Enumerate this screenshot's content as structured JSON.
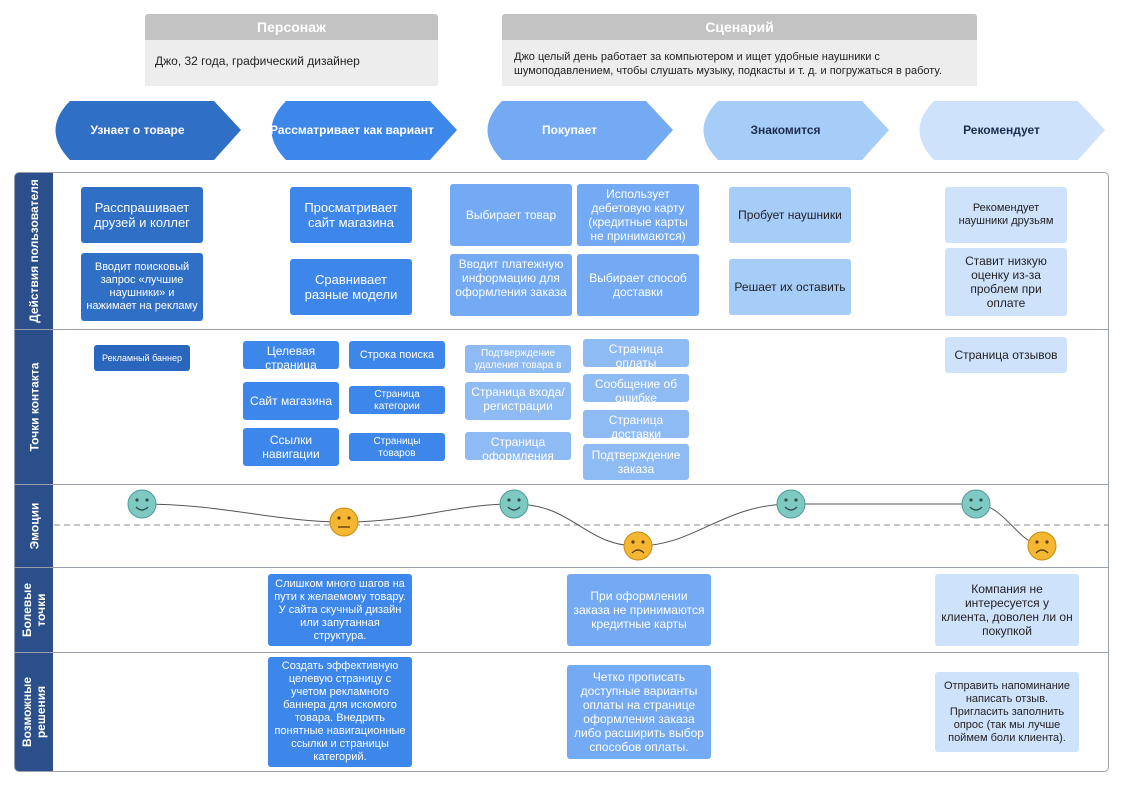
{
  "persona": {
    "title": "Персонаж",
    "text": "Джо, 32 года, графический дизайнер"
  },
  "scenario": {
    "title": "Сценарий",
    "text": "Джо целый день работает за компьютером и ищет удобные наушники с шумоподавлением, чтобы слушать музыку, подкасты и т. д. и погружаться в работу."
  },
  "stages": [
    "Узнает о товаре",
    "Рассматривает как вариант",
    "Покупает",
    "Знакомится",
    "Рекомендует"
  ],
  "lanes": {
    "actions": "Действия пользователя",
    "touchpoints": "Точки контакта",
    "emotions": "Эмоции",
    "pain": [
      "Болевые",
      "точки"
    ],
    "solutions": [
      "Возможные",
      "решения"
    ]
  },
  "actions": [
    "Расспрашивает друзей и коллег",
    "Вводит поисковый запрос «лучшие наушники» и нажимает на рекламу",
    "Просматривает сайт магазина",
    "Сравнивает разные модели",
    "Выбирает товар",
    "Вводит платежную информацию для оформления заказа",
    "Использует дебетовую карту (кредитные карты не принимаются)",
    "Выбирает способ доставки",
    "Пробует наушники",
    "Решает их оставить",
    "Рекомендует наушники друзьям",
    "Ставит низкую оценку из-за проблем при оплате"
  ],
  "touchpoints": [
    "Рекламный баннер",
    "Целевая страница",
    "Сайт магазина",
    "Ссылки навигации",
    "Строка поиска",
    "Страница категории",
    "Страницы товаров",
    "Подтверждение удаления товара в корзине",
    "Страница входа/регистрации",
    "Страница оформления заказа",
    "Страница оплаты",
    "Сообщение об ошибке",
    "Страница доставки",
    "Подтверждение заказа",
    "Страница отзывов"
  ],
  "emotions": [
    {
      "stage": 1,
      "mood": "happy"
    },
    {
      "stage": 2,
      "mood": "neutral"
    },
    {
      "stage": 3,
      "mood": "happy"
    },
    {
      "stage": 3.6,
      "mood": "sad"
    },
    {
      "stage": 4,
      "mood": "happy"
    },
    {
      "stage": 5,
      "mood": "happy"
    },
    {
      "stage": 5.3,
      "mood": "sad"
    }
  ],
  "pain_points": [
    "Слишком много шагов на пути к желаемому товару. У сайта скучный дизайн или запутанная структура.",
    "При оформлении заказа не принимаются кредитные карты",
    "Компания не интересуется у клиента, доволен ли он покупкой"
  ],
  "solutions": [
    "Создать эффективную целевую страницу с учетом рекламного баннера для искомого товара. Внедрить понятные навигационные ссылки и страницы категорий.",
    "Четко прописать доступные варианты оплаты на странице оформления заказа либо расширить выбор способов оплаты.",
    "Отправить напоминание написать отзыв. Пригласить заполнить опрос (так мы лучше поймем боли клиента)."
  ],
  "colors": {
    "stage1": "#2f6fc6",
    "stage2": "#3d86ea",
    "stage3": "#73aaf3",
    "stage4": "#a6ccf8",
    "stage5": "#cfe2fc",
    "lane_label": "#2b4f8b",
    "happy_face": "#7fc9c3",
    "sad_face": "#f5b731"
  },
  "icons": [
    "happy-face-icon",
    "neutral-face-icon",
    "sad-face-icon"
  ]
}
